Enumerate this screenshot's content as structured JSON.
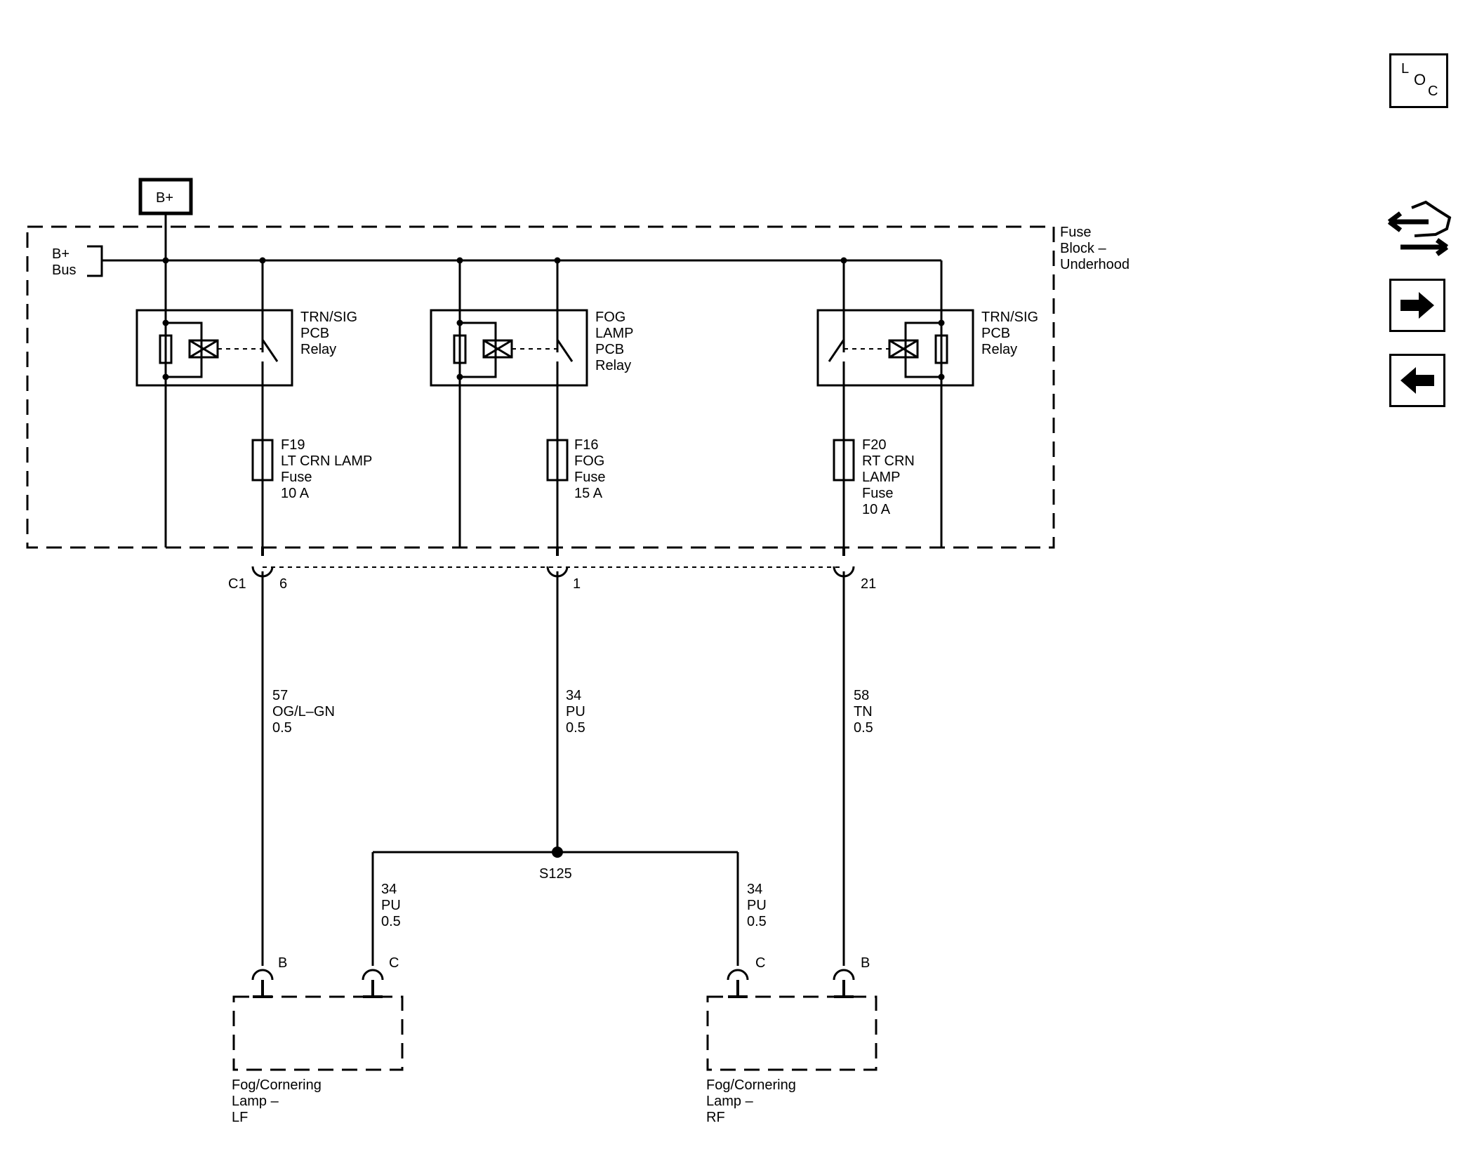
{
  "power": {
    "source_label": "B+",
    "bus_label": [
      "B+",
      "Bus"
    ]
  },
  "fuse_block": {
    "label": [
      "Fuse",
      "Block –",
      "Underhood"
    ]
  },
  "relays": [
    {
      "label": [
        "TRN/SIG",
        "PCB",
        "Relay"
      ]
    },
    {
      "label": [
        "FOG",
        "LAMP",
        "PCB",
        "Relay"
      ]
    },
    {
      "label": [
        "TRN/SIG",
        "PCB",
        "Relay"
      ]
    }
  ],
  "fuses": [
    {
      "label": [
        "F19",
        "LT CRN LAMP",
        "Fuse",
        "10 A"
      ]
    },
    {
      "label": [
        "F16",
        "FOG",
        "Fuse",
        "15 A"
      ]
    },
    {
      "label": [
        "F20",
        "RT CRN",
        "LAMP",
        "Fuse",
        "10 A"
      ]
    }
  ],
  "connector": {
    "name": "C1",
    "pins": [
      "6",
      "1",
      "21"
    ]
  },
  "wires": [
    {
      "label": [
        "57",
        "OG/L–GN",
        "0.5"
      ]
    },
    {
      "label": [
        "34",
        "PU",
        "0.5"
      ]
    },
    {
      "label": [
        "58",
        "TN",
        "0.5"
      ]
    },
    {
      "label": [
        "34",
        "PU",
        "0.5"
      ]
    },
    {
      "label": [
        "34",
        "PU",
        "0.5"
      ]
    }
  ],
  "splice": {
    "label": "S125"
  },
  "lamps": [
    {
      "label": [
        "Fog/Cornering",
        "Lamp –",
        "LF"
      ],
      "pins": [
        "B",
        "C"
      ]
    },
    {
      "label": [
        "Fog/Cornering",
        "Lamp –",
        "RF"
      ],
      "pins": [
        "C",
        "B"
      ]
    }
  ],
  "nav": {
    "loc_letters": [
      "L",
      "O",
      "C"
    ],
    "connector_icon": "connector-view-icon",
    "next_icon": "arrow-right-icon",
    "prev_icon": "arrow-left-icon"
  }
}
